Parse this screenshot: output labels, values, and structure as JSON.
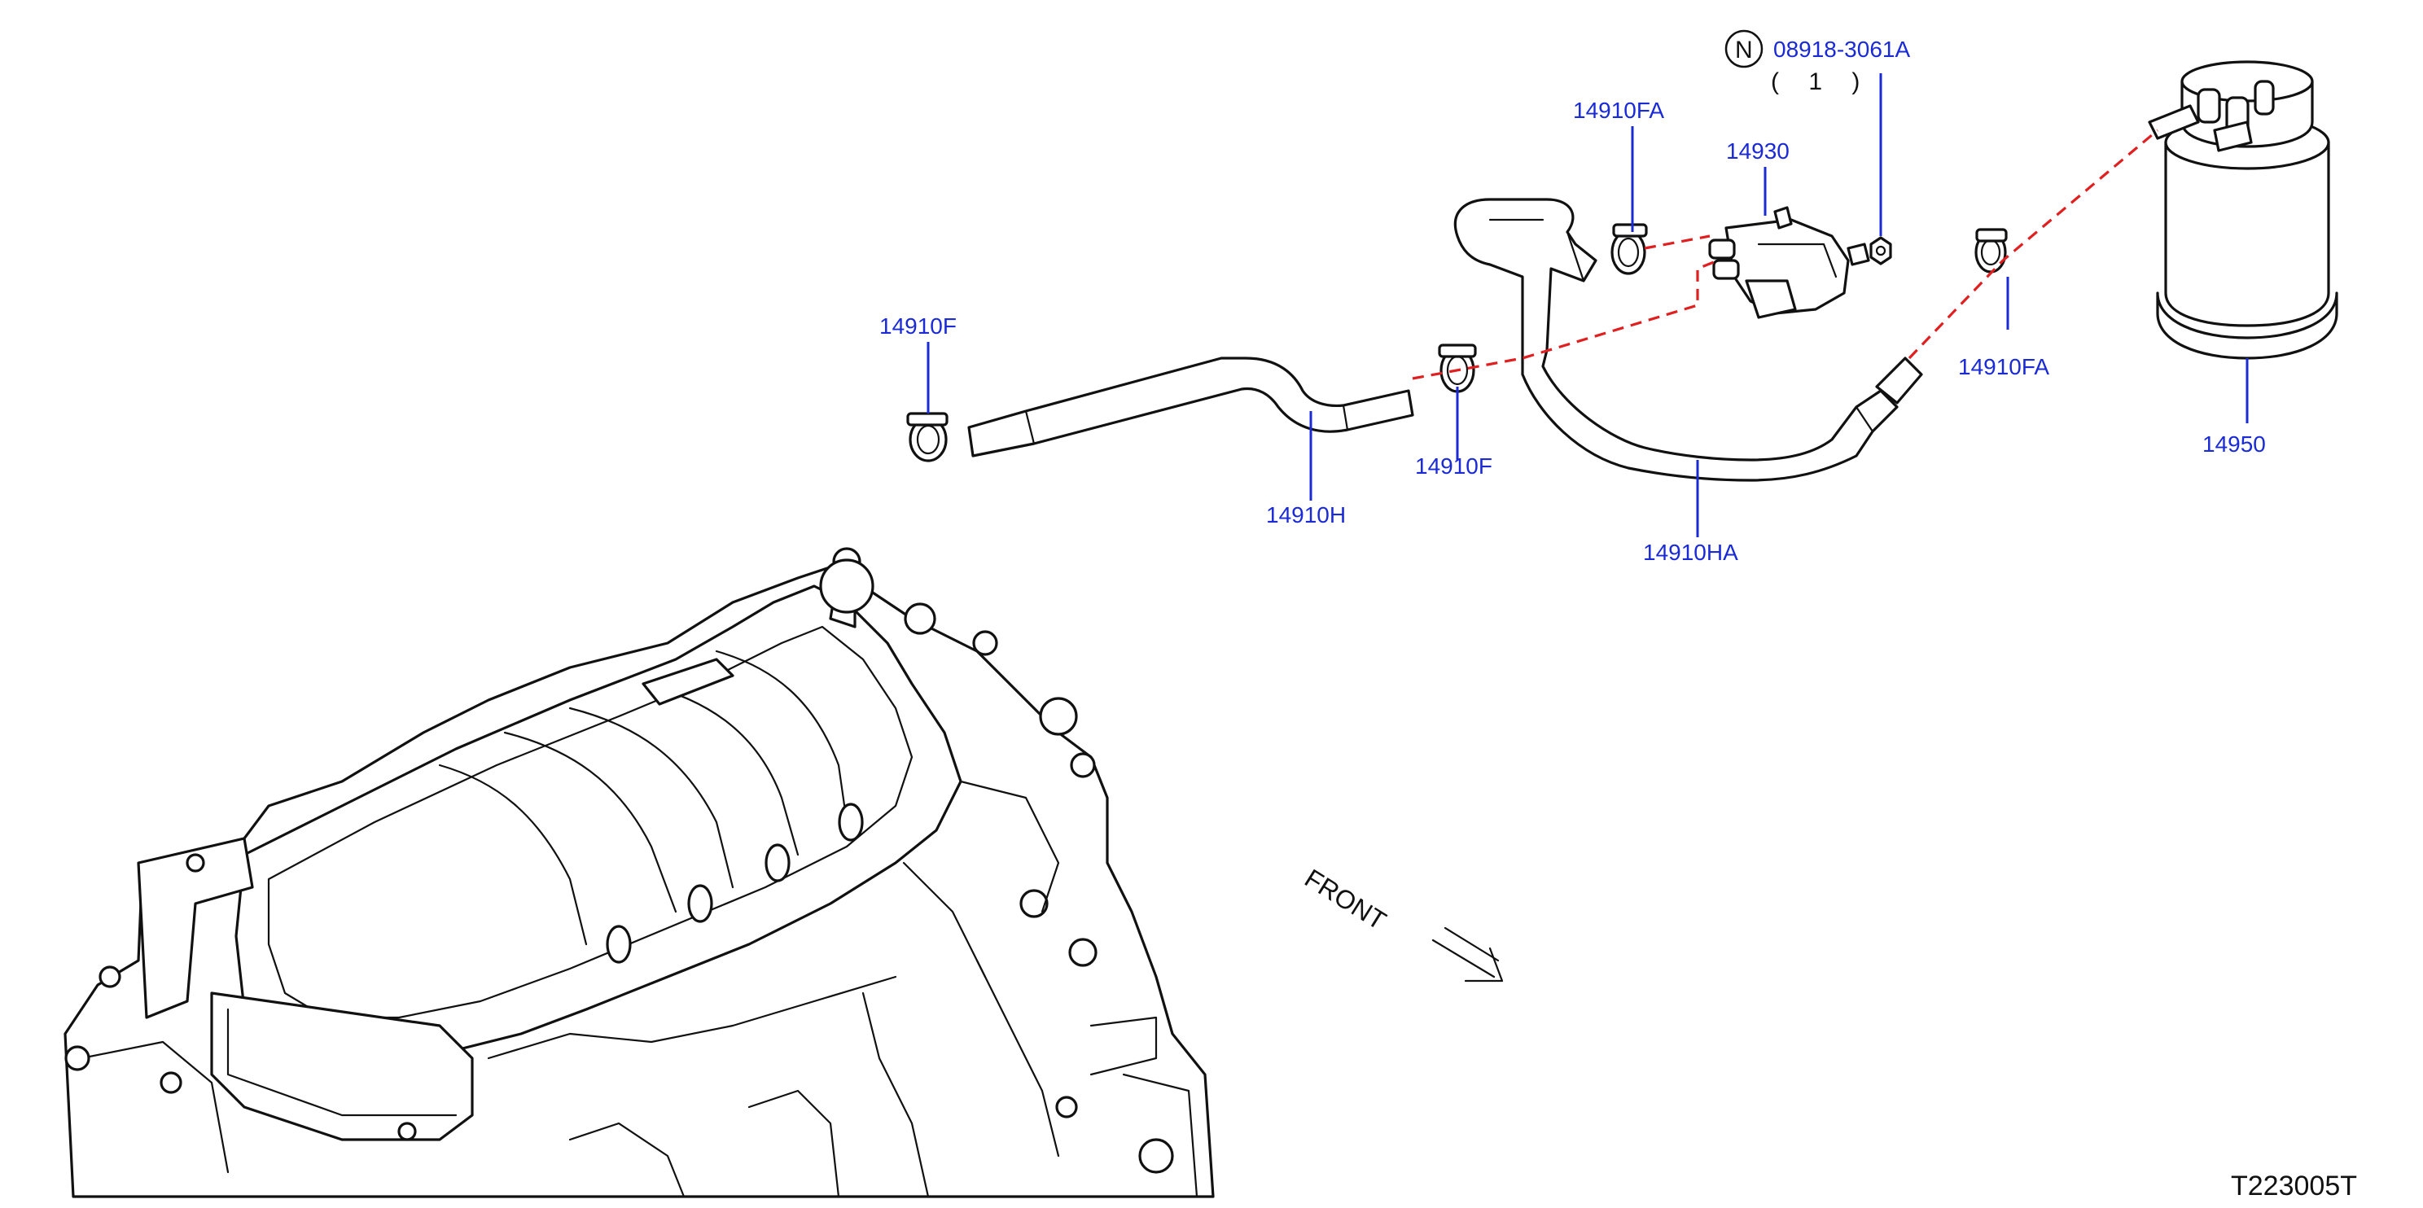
{
  "diagram": {
    "drawing_code": "T223005T",
    "direction_label": "FRONT",
    "note_symbol": "N",
    "parts": [
      {
        "id": "p-08918",
        "part_no": "08918-3061A",
        "qty": "( 1 )"
      },
      {
        "id": "p-14910FA-a",
        "part_no": "14910FA"
      },
      {
        "id": "p-14930",
        "part_no": "14930"
      },
      {
        "id": "p-14910F-a",
        "part_no": "14910F"
      },
      {
        "id": "p-14910F-b",
        "part_no": "14910F"
      },
      {
        "id": "p-14910H",
        "part_no": "14910H"
      },
      {
        "id": "p-14910HA",
        "part_no": "14910HA"
      },
      {
        "id": "p-14910FA-b",
        "part_no": "14910FA"
      },
      {
        "id": "p-14950",
        "part_no": "14950"
      }
    ]
  }
}
